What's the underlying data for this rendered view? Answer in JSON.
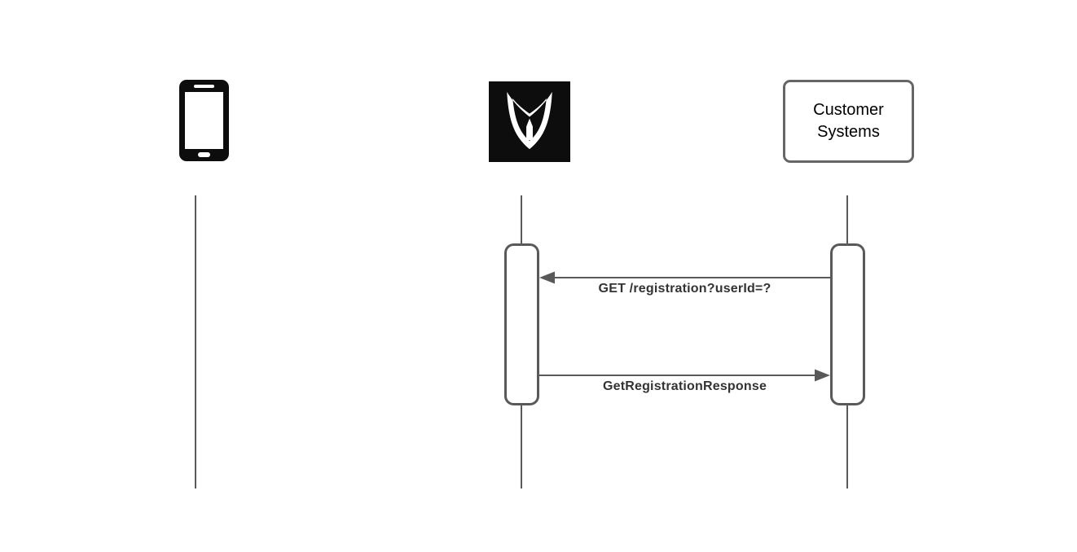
{
  "diagram": {
    "type": "sequence-diagram",
    "background_color": "#ffffff",
    "colors": {
      "lifeline": "#595959",
      "arrow": "#595959",
      "activation_border": "#595959",
      "activation_fill": "#ffffff",
      "participant_border": "#666666",
      "message_text": "#333333",
      "participant_text": "#000000",
      "icon_fill": "#0d0d0d"
    },
    "participants": [
      {
        "representation": "smartphone-icon",
        "label": ""
      },
      {
        "representation": "shield-logo",
        "label": ""
      },
      {
        "representation": "labeled-box",
        "label": "Customer Systems"
      }
    ],
    "messages": [
      {
        "label": "GET /registration?userId=?",
        "from": "customer-systems",
        "to": "shield-service",
        "direction": "left"
      },
      {
        "label": "GetRegistrationResponse",
        "from": "shield-service",
        "to": "customer-systems",
        "direction": "right"
      }
    ]
  }
}
